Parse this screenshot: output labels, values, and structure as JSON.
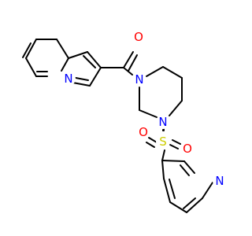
{
  "molecule": {
    "atoms": [
      {
        "key": "o_carbonyl",
        "symbol": "O"
      },
      {
        "key": "n_indolizine",
        "symbol": "N"
      },
      {
        "key": "n_piperazine_amide",
        "symbol": "N"
      },
      {
        "key": "n_piperazine_sulfonyl",
        "symbol": "N"
      },
      {
        "key": "s_sulfonyl",
        "symbol": "S"
      },
      {
        "key": "o_sulfonyl_left",
        "symbol": "O"
      },
      {
        "key": "o_sulfonyl_right",
        "symbol": "O"
      },
      {
        "key": "n_pyridine",
        "symbol": "N"
      }
    ]
  },
  "colors": {
    "bond": "#000000",
    "nitrogen": "#0000ff",
    "oxygen": "#ff0000",
    "sulfur": "#cccc00"
  }
}
